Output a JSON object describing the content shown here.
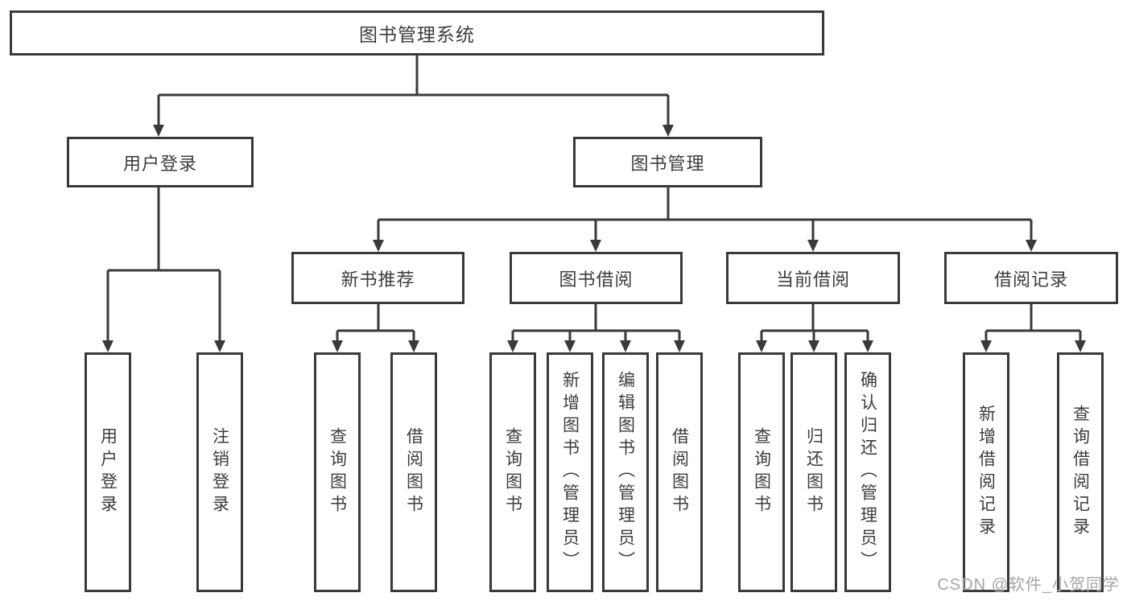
{
  "colors": {
    "line": "#3a3a3a",
    "box_border": "#3a3a3a",
    "text": "#3c3c3c",
    "background": "#ffffff",
    "watermark": "#a6a6a6"
  },
  "watermark": "CSDN @软件_小贺同学",
  "tree": {
    "root": {
      "label": "图书管理系统",
      "children": [
        {
          "label": "用户登录",
          "children": [
            {
              "label": "用户登录"
            },
            {
              "label": "注销登录"
            }
          ]
        },
        {
          "label": "图书管理",
          "children": [
            {
              "label": "新书推荐",
              "children": [
                {
                  "label": "查询图书"
                },
                {
                  "label": "借阅图书"
                }
              ]
            },
            {
              "label": "图书借阅",
              "children": [
                {
                  "label": "查询图书"
                },
                {
                  "label": "新增图书（管理员）"
                },
                {
                  "label": "编辑图书（管理员）"
                },
                {
                  "label": "借阅图书"
                }
              ]
            },
            {
              "label": "当前借阅",
              "children": [
                {
                  "label": "查询图书"
                },
                {
                  "label": "归还图书"
                },
                {
                  "label": "确认归还（管理员）"
                }
              ]
            },
            {
              "label": "借阅记录",
              "children": [
                {
                  "label": "新增借阅记录"
                },
                {
                  "label": "查询借阅记录"
                }
              ]
            }
          ]
        }
      ]
    }
  }
}
